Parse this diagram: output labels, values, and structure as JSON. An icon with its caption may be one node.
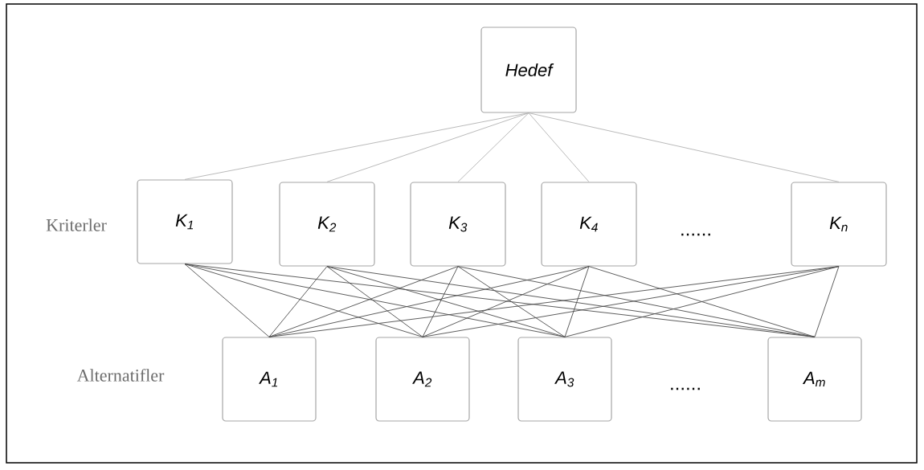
{
  "diagram": {
    "nodes": [
      {
        "text": [
          "Hedef"
        ]
      },
      {
        "text": [
          "K$_{1}$"
        ]
      },
      {
        "text": [
          "K$_{2}$"
        ]
      },
      {
        "text": [
          "K$_{3}$"
        ]
      },
      {
        "text": [
          "K$_{4}$"
        ]
      },
      {
        "text": [
          "K$_{n}$"
        ]
      },
      {
        "text": [
          "A$_{1}$"
        ]
      },
      {
        "text": [
          "A$_{2}$"
        ]
      },
      {
        "text": [
          "A$_{3}$"
        ]
      },
      {
        "text": [
          "A$_{m}$"
        ]
      }
    ],
    "edges": [
      {
        "from": 0,
        "to": 1,
        "arrow": "none",
        "color": "#b2b2b2"
      },
      {
        "from": 0,
        "to": 2,
        "arrow": "none",
        "color": "#b2b2b2"
      },
      {
        "from": 0,
        "to": 3,
        "arrow": "none",
        "color": "#b2b2b2"
      },
      {
        "from": 0,
        "to": 4,
        "arrow": "none",
        "color": "#b2b2b2"
      },
      {
        "from": 0,
        "to": 5,
        "arrow": "none",
        "color": "#b2b2b2"
      },
      {
        "from": 1,
        "to": 6,
        "arrow": "none"
      },
      {
        "from": 1,
        "to": 7,
        "arrow": "none"
      },
      {
        "from": 1,
        "to": 8,
        "arrow": "none"
      },
      {
        "from": 1,
        "to": 9,
        "arrow": "none"
      },
      {
        "from": 2,
        "to": 6,
        "arrow": "none"
      },
      {
        "from": 2,
        "to": 7,
        "arrow": "none"
      },
      {
        "from": 2,
        "to": 8,
        "arrow": "none"
      },
      {
        "from": 2,
        "to": 9,
        "arrow": "none"
      },
      {
        "from": 3,
        "to": 6,
        "arrow": "none"
      },
      {
        "from": 3,
        "to": 7,
        "arrow": "none"
      },
      {
        "from": 3,
        "to": 8,
        "arrow": "none"
      },
      {
        "from": 3,
        "to": 9,
        "arrow": "none"
      },
      {
        "from": 4,
        "to": 6,
        "arrow": "none"
      },
      {
        "from": 4,
        "to": 7,
        "arrow": "none"
      },
      {
        "from": 4,
        "to": 8,
        "arrow": "none"
      },
      {
        "from": 4,
        "to": 9,
        "arrow": "none"
      },
      {
        "from": 5,
        "to": 6,
        "arrow": "none"
      },
      {
        "from": 5,
        "to": 7,
        "arrow": "none"
      },
      {
        "from": 5,
        "to": 8,
        "arrow": "none"
      },
      {
        "from": 5,
        "to": 9,
        "arrow": "none"
      }
    ],
    "labels": [
      "Kriterler",
      "......",
      "Alternatifler",
      "......"
    ]
  }
}
